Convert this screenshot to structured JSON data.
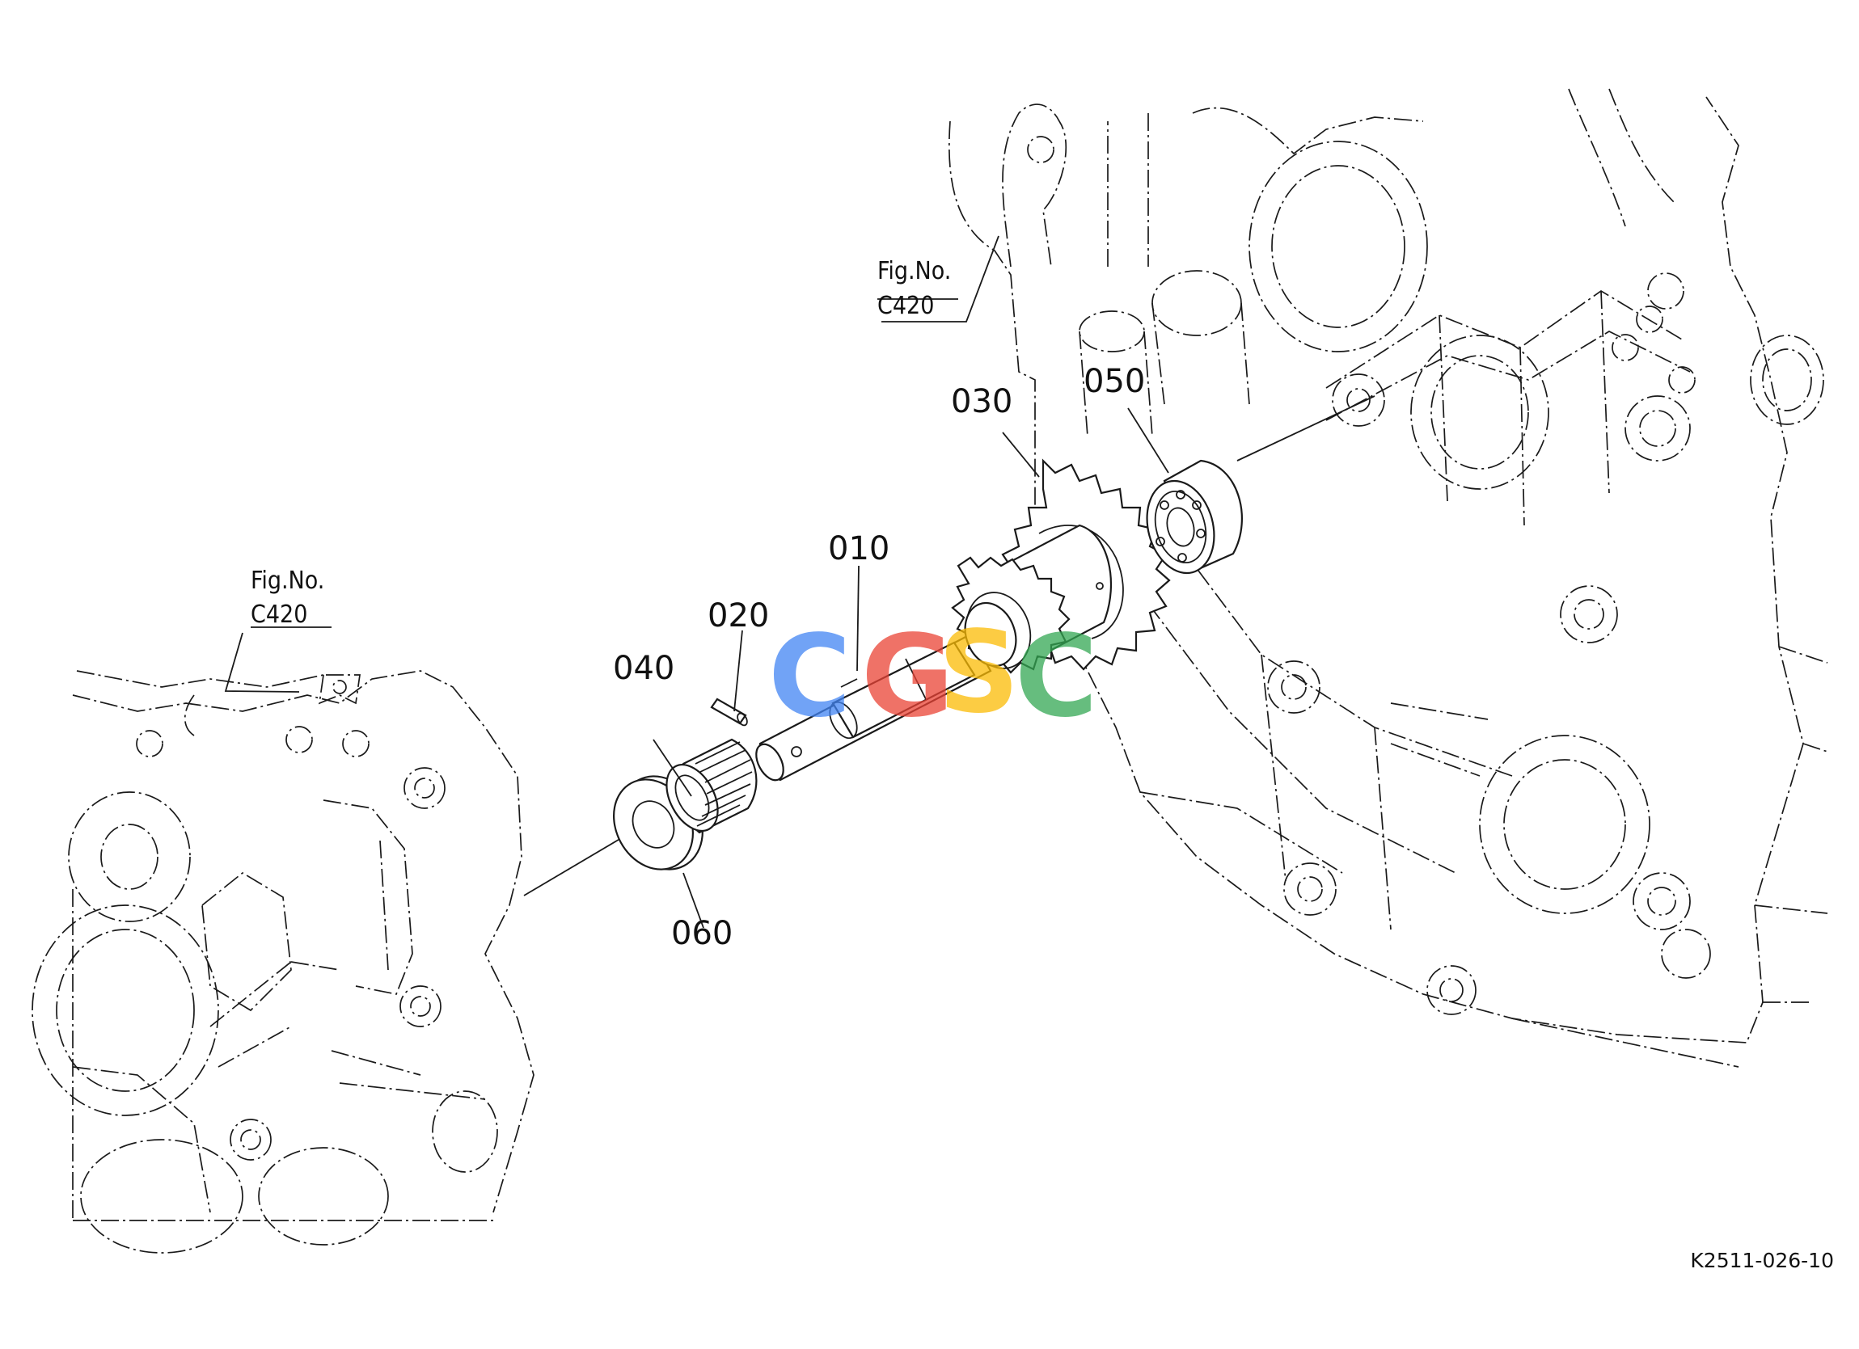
{
  "labels": {
    "p010": "010",
    "p020": "020",
    "p030": "030",
    "p040": "040",
    "p050": "050",
    "p060": "060"
  },
  "figure_refs": {
    "left": {
      "line1": "Fig.No.",
      "line2": "C420"
    },
    "right": {
      "line1": "Fig.No.",
      "line2": "C420"
    }
  },
  "diagram_code": "K2511-026-10",
  "watermark": {
    "letters": [
      "C",
      "G",
      "S",
      "C"
    ],
    "colors": [
      "#4285F4",
      "#EA4335",
      "#FBBC05",
      "#34A853"
    ]
  }
}
